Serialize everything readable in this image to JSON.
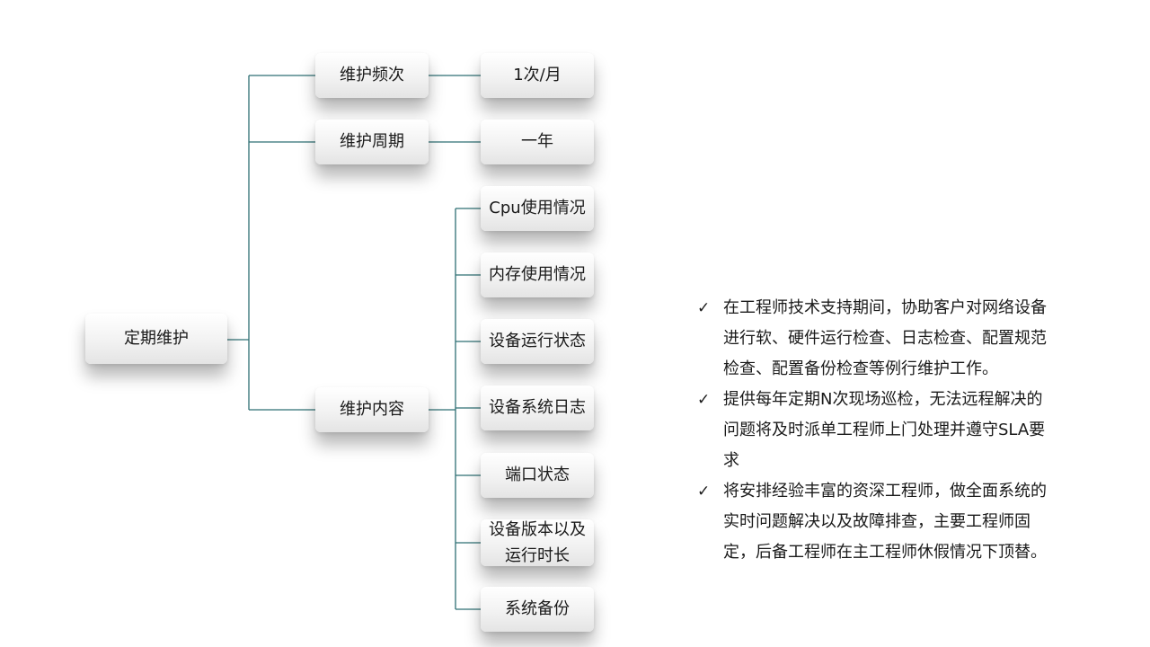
{
  "tree": {
    "root": "定期维护",
    "branches": [
      {
        "label": "维护频次",
        "children": [
          "1次/月"
        ]
      },
      {
        "label": "维护周期",
        "children": [
          "一年"
        ]
      },
      {
        "label": "维护内容",
        "children": [
          "Cpu使用情况",
          "内存使用情况",
          "设备运行状态",
          "设备系统日志",
          "端口状态",
          "设备版本以及\n运行时长",
          "系统备份"
        ]
      }
    ]
  },
  "bullets": [
    "在工程师技术支持期间，协助客户对网络设备进行软、硬件运行检查、日志检查、配置规范检查、配置备份检查等例行维护工作。",
    "提供每年定期N次现场巡检，无法远程解决的问题将及时派单工程师上门处理并遵守SLA要求",
    "将安排经验丰富的资深工程师，做全面系统的实时问题解决以及故障排查，主要工程师固定，后备工程师在主工程师休假情况下顶替。"
  ],
  "colors": {
    "connector": "#2e6f73",
    "check": "#1a1a1a"
  },
  "icons": {
    "bullet": "check-icon"
  }
}
